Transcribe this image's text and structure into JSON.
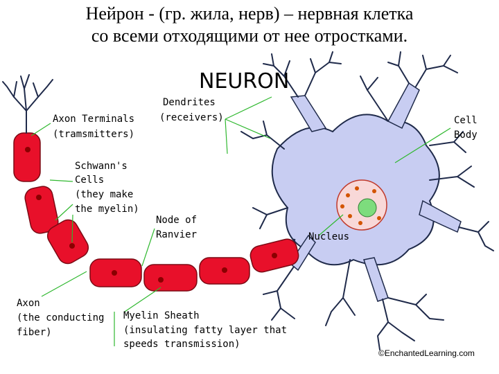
{
  "title": {
    "line1": "Нейрон - (гр. жила, нерв) – нервная клетка",
    "line2": "со всеми отходящими от нее отростками."
  },
  "diagram": {
    "heading": "NEURON",
    "labels": {
      "dendrites": [
        "Dendrites",
        "(receivers)"
      ],
      "cell_body": [
        "Cell",
        "Body"
      ],
      "axon_terminals": [
        "Axon Terminals",
        "(tramsmitters)"
      ],
      "schwann": [
        "Schwann's",
        "Cells",
        "(they make",
        "the myelin)"
      ],
      "node": [
        "Node of",
        "Ranvier"
      ],
      "nucleus": "Nucleus",
      "axon": [
        "Axon",
        "(the conducting",
        "fiber)"
      ],
      "myelin": [
        "Myelin Sheath",
        "(insulating fatty layer that",
        "speeds transmission)"
      ]
    },
    "credit": "©EnchantedLearning.com",
    "colors": {
      "cell_body": "#c8cdf2",
      "myelin": "#e8102a",
      "leader_lines": "#2fb82f",
      "nucleus": "#7ddc7d"
    }
  }
}
